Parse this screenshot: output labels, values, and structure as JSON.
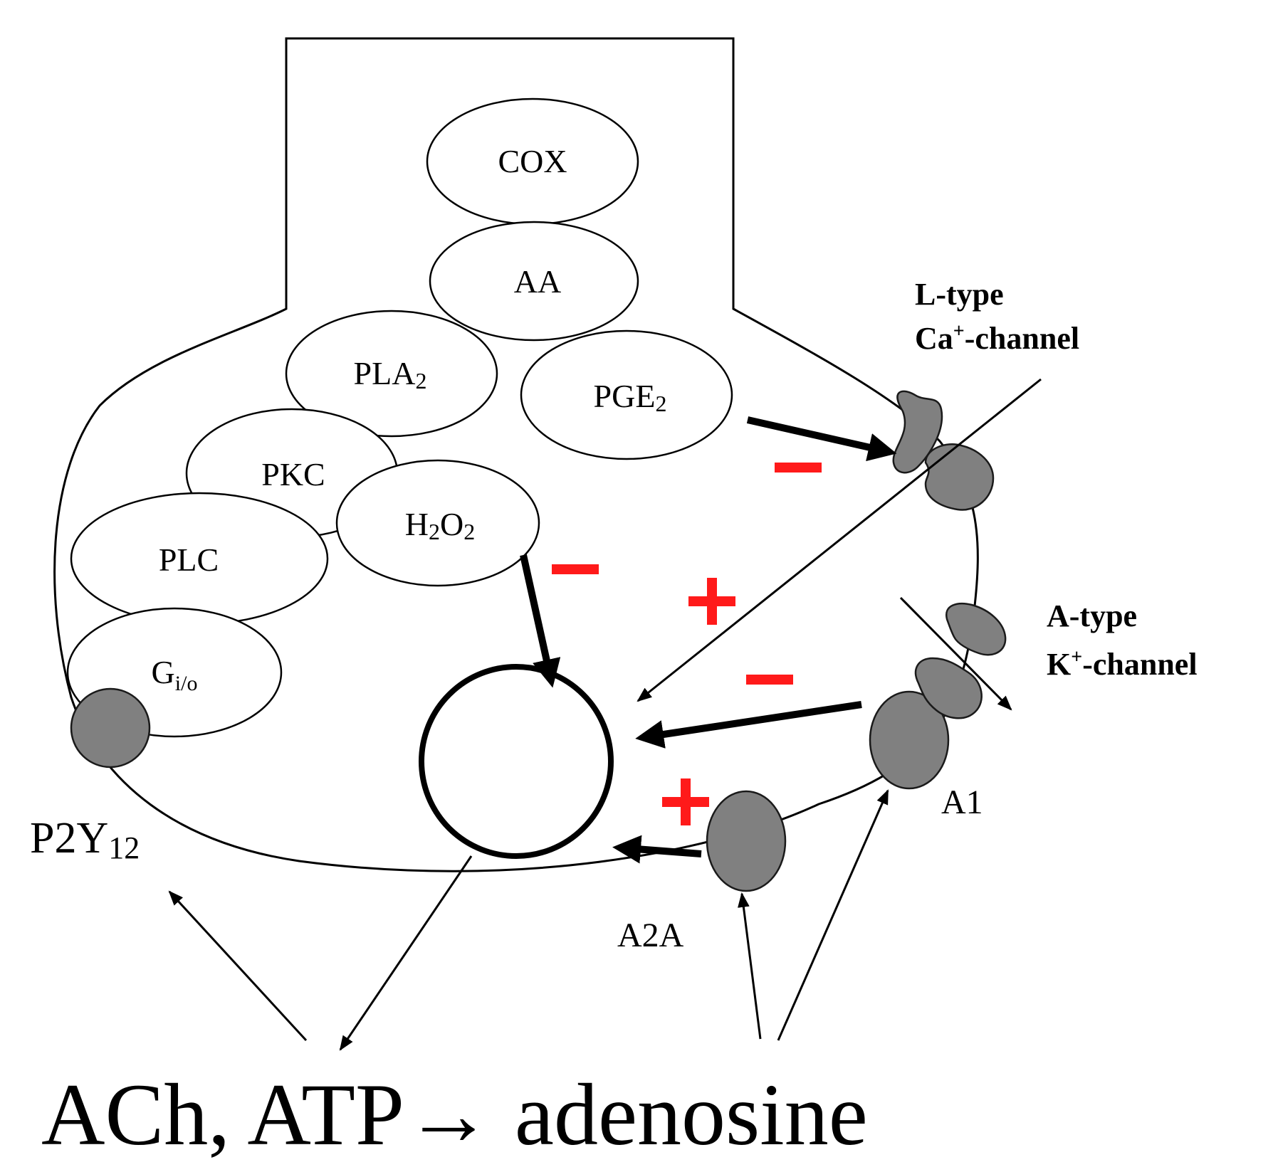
{
  "enzymes": {
    "cox": "COX",
    "aa": "AA",
    "pla2_base": "PLA",
    "pla2_sub": "2",
    "pge2_base": "PGE",
    "pge2_sub": "2",
    "pkc": "PKC",
    "h2o2_a": "H",
    "h2o2_b": "2",
    "h2o2_c": "O",
    "h2o2_d": "2",
    "plc": "PLC",
    "gio_base": "G",
    "gio_sub": "i/o"
  },
  "receptors": {
    "p2y12_base": "P2Y",
    "p2y12_sub": "12",
    "a2a": "A2A",
    "a1": "A1"
  },
  "channels": {
    "l_type_line1": "L-type",
    "l_type_line2_a": "Ca",
    "l_type_line2_sup": "+",
    "l_type_line2_b": "-channel",
    "a_type_line1": "A-type",
    "a_type_line2_a": "K",
    "a_type_line2_sup": "+",
    "a_type_line2_b": "-channel"
  },
  "bottom_text": "ACh, ATP→ adenosine",
  "colors": {
    "receptor_fill": "#808080",
    "sign_color": "#ff1a1a",
    "line_color": "#000000"
  }
}
